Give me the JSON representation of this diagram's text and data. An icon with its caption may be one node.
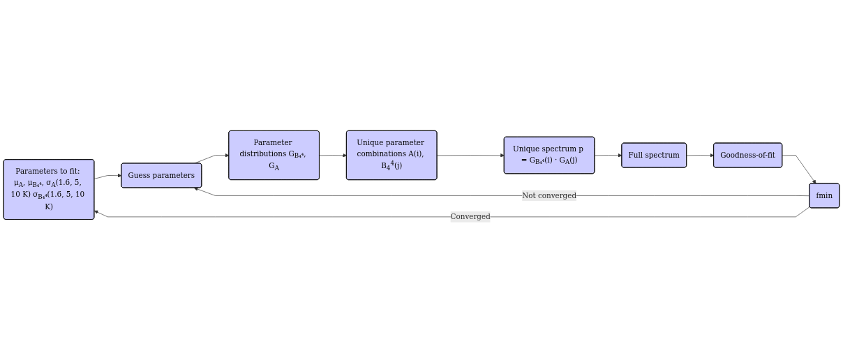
{
  "diagram": {
    "nodes": [
      {
        "text": [
          "Parameters to fit: μ$_{A}$, μ$_{B₄⁴}$, σ$_{A}$(1.6, 5, 10 K) σ$_{B₄⁴}$(1.6, 5, 10 K)"
        ]
      },
      {
        "text": [
          "Guess parameters"
        ]
      },
      {
        "text": [
          "Parameter distributions G$_{B₄⁴}$, G$_{A}$"
        ]
      },
      {
        "text": [
          "Unique parameter combinations A(i), B$_{4}$$^{4}$(j)"
        ]
      },
      {
        "text": [
          "Unique spectrum p = G$_{B₄⁴}$(i) · G$_{A}$(j)"
        ]
      },
      {
        "text": [
          "Full spectrum"
        ]
      },
      {
        "text": [
          "Goodness-of-fit"
        ]
      },
      {
        "text": [
          "fmin"
        ]
      }
    ],
    "edges": [
      {
        "from": 0,
        "to": 1,
        "arrow": "to"
      },
      {
        "from": 1,
        "to": 2,
        "arrow": "to"
      },
      {
        "from": 2,
        "to": 3,
        "arrow": "to"
      },
      {
        "from": 3,
        "to": 4,
        "arrow": "to"
      },
      {
        "from": 4,
        "to": 5,
        "arrow": "to"
      },
      {
        "from": 5,
        "to": 6,
        "arrow": "to"
      },
      {
        "from": 6,
        "to": 7,
        "arrow": "to"
      },
      {
        "from": 7,
        "to": 0,
        "label": "Converged",
        "arrow": "to"
      },
      {
        "from": 7,
        "to": 1,
        "label": "Not converged",
        "arrow": "to"
      }
    ]
  }
}
